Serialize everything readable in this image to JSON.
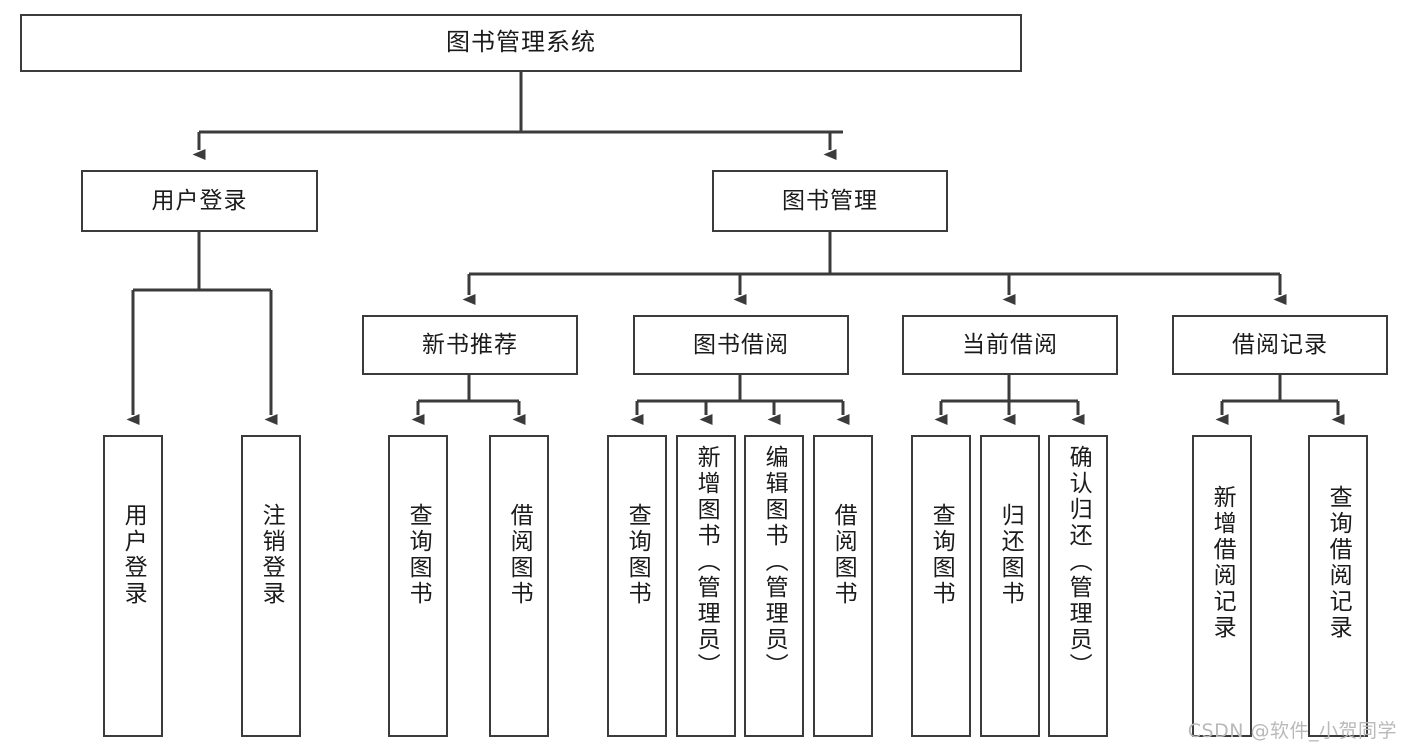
{
  "diagram": {
    "title": "图书管理系统",
    "type": "tree-hierarchy-chart",
    "watermark": "CSDN @软件_小贺同学",
    "colors": {
      "box_border": "#3b3b3b",
      "box_fill": "#ffffff",
      "edge": "#3b3b3b",
      "text": "#1b1b1b",
      "watermark": "#b9b9b9",
      "background": "#ffffff"
    },
    "nodes": {
      "root": {
        "label": "图书管理系统"
      },
      "level2": [
        {
          "id": "user-login",
          "label": "用户登录"
        },
        {
          "id": "book-management",
          "label": "图书管理"
        }
      ],
      "level3": [
        {
          "id": "new-book-recommend",
          "label": "新书推荐"
        },
        {
          "id": "book-borrow",
          "label": "图书借阅"
        },
        {
          "id": "current-borrow",
          "label": "当前借阅"
        },
        {
          "id": "borrow-record",
          "label": "借阅记录"
        }
      ],
      "leaves": {
        "user_login": [
          {
            "id": "leaf-user-login",
            "label": "用户登录"
          },
          {
            "id": "leaf-user-logout",
            "label": "注销登录"
          }
        ],
        "new_book_recommend": [
          {
            "id": "leaf-query-book-1",
            "label": "查询图书"
          },
          {
            "id": "leaf-borrow-book-1",
            "label": "借阅图书"
          }
        ],
        "book_borrow": [
          {
            "id": "leaf-query-book-2",
            "label": "查询图书"
          },
          {
            "id": "leaf-add-book",
            "label": "新增图书（管理员）"
          },
          {
            "id": "leaf-edit-book",
            "label": "编辑图书（管理员）"
          },
          {
            "id": "leaf-borrow-book-2",
            "label": "借阅图书"
          }
        ],
        "current_borrow": [
          {
            "id": "leaf-query-book-3",
            "label": "查询图书"
          },
          {
            "id": "leaf-return-book",
            "label": "归还图书"
          },
          {
            "id": "leaf-confirm-return",
            "label": "确认归还（管理员）"
          }
        ],
        "borrow_record": [
          {
            "id": "leaf-add-record",
            "label": "新增借阅记录"
          },
          {
            "id": "leaf-query-record",
            "label": "查询借阅记录"
          }
        ]
      }
    },
    "edges": [
      {
        "from": "root",
        "to": "user-login"
      },
      {
        "from": "root",
        "to": "book-management"
      },
      {
        "from": "user-login",
        "to": "leaf-user-login"
      },
      {
        "from": "user-login",
        "to": "leaf-user-logout"
      },
      {
        "from": "book-management",
        "to": "new-book-recommend"
      },
      {
        "from": "book-management",
        "to": "book-borrow"
      },
      {
        "from": "book-management",
        "to": "current-borrow"
      },
      {
        "from": "book-management",
        "to": "borrow-record"
      },
      {
        "from": "new-book-recommend",
        "to": "leaf-query-book-1"
      },
      {
        "from": "new-book-recommend",
        "to": "leaf-borrow-book-1"
      },
      {
        "from": "book-borrow",
        "to": "leaf-query-book-2"
      },
      {
        "from": "book-borrow",
        "to": "leaf-add-book"
      },
      {
        "from": "book-borrow",
        "to": "leaf-edit-book"
      },
      {
        "from": "book-borrow",
        "to": "leaf-borrow-book-2"
      },
      {
        "from": "current-borrow",
        "to": "leaf-query-book-3"
      },
      {
        "from": "current-borrow",
        "to": "leaf-return-book"
      },
      {
        "from": "current-borrow",
        "to": "leaf-confirm-return"
      },
      {
        "from": "borrow-record",
        "to": "leaf-add-record"
      },
      {
        "from": "borrow-record",
        "to": "leaf-query-record"
      }
    ]
  }
}
